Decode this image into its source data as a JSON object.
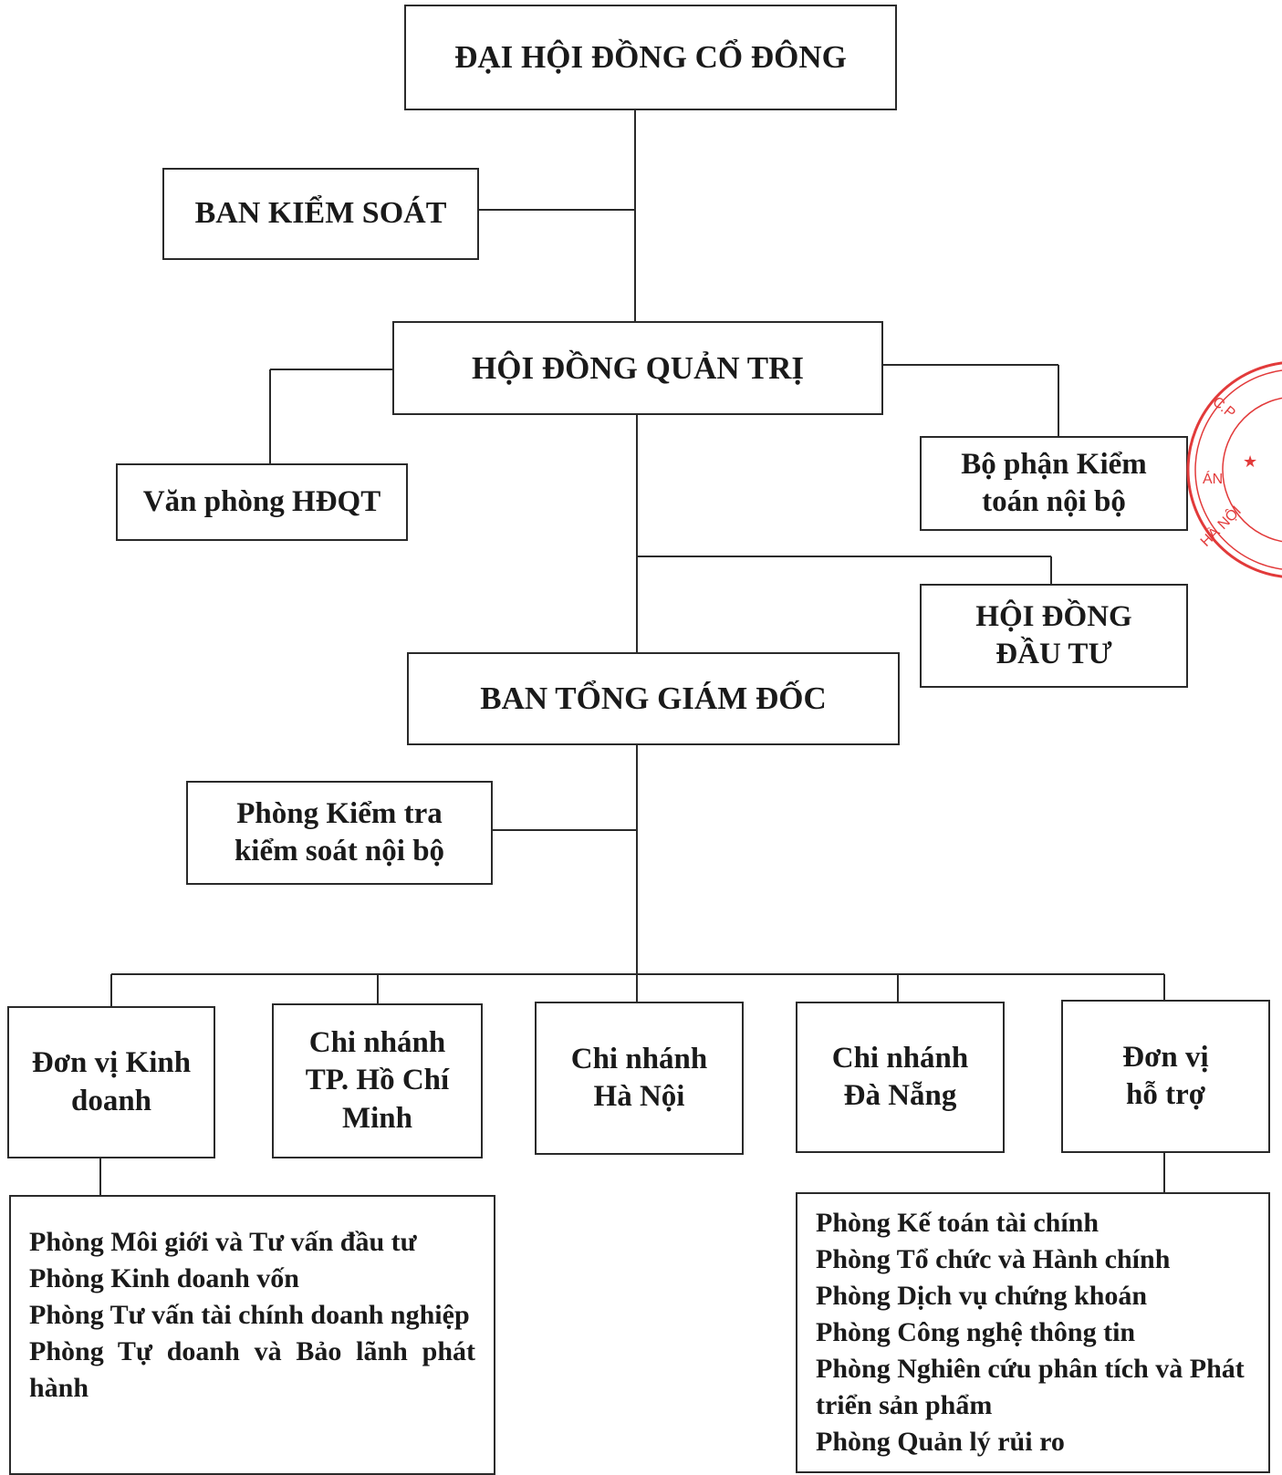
{
  "nodes": {
    "dhdcd": "ĐẠI HỘI ĐỒNG CỔ ĐÔNG",
    "bks": "BAN KIỂM SOÁT",
    "hdqt": "HỘI ĐỒNG QUẢN TRỊ",
    "vp_hdqt": "Văn phòng HĐQT",
    "ktnb": "Bộ phận Kiểm toán nội bộ",
    "hddt": "HỘI ĐỒNG ĐẦU TƯ",
    "btgd": "BAN TỔNG GIÁM ĐỐC",
    "kiemtra": "Phòng Kiểm tra kiểm soát nội bộ",
    "dv_kinhdoanh": "Đơn vị Kinh doanh",
    "cn_hcm": "Chi nhánh TP. Hồ Chí Minh",
    "cn_hanoi": "Chi nhánh Hà Nội",
    "cn_danang": "Chi nhánh Đà Nẵng",
    "dv_hotro": "Đơn vị hỗ trợ"
  },
  "kinh_doanh_departments": [
    "Phòng Môi giới và Tư vấn đầu tư",
    "Phòng Kinh doanh vốn",
    "Phòng Tư vấn tài chính doanh nghiệp",
    "Phòng Tự doanh và Bảo lãnh phát hành"
  ],
  "ho_tro_departments": [
    "Phòng Kế toán tài chính",
    "Phòng Tổ chức và Hành chính",
    "Phòng Dịch vụ chứng khoán",
    "Phòng Công nghệ thông tin",
    "Phòng Nghiên cứu phân tích và Phát triển sản phẩm",
    "Phòng Quản lý rủi ro"
  ],
  "stamp": {
    "text": "C.P ... ÁN ... HÀ NỘI",
    "color": "#e23a3a"
  }
}
